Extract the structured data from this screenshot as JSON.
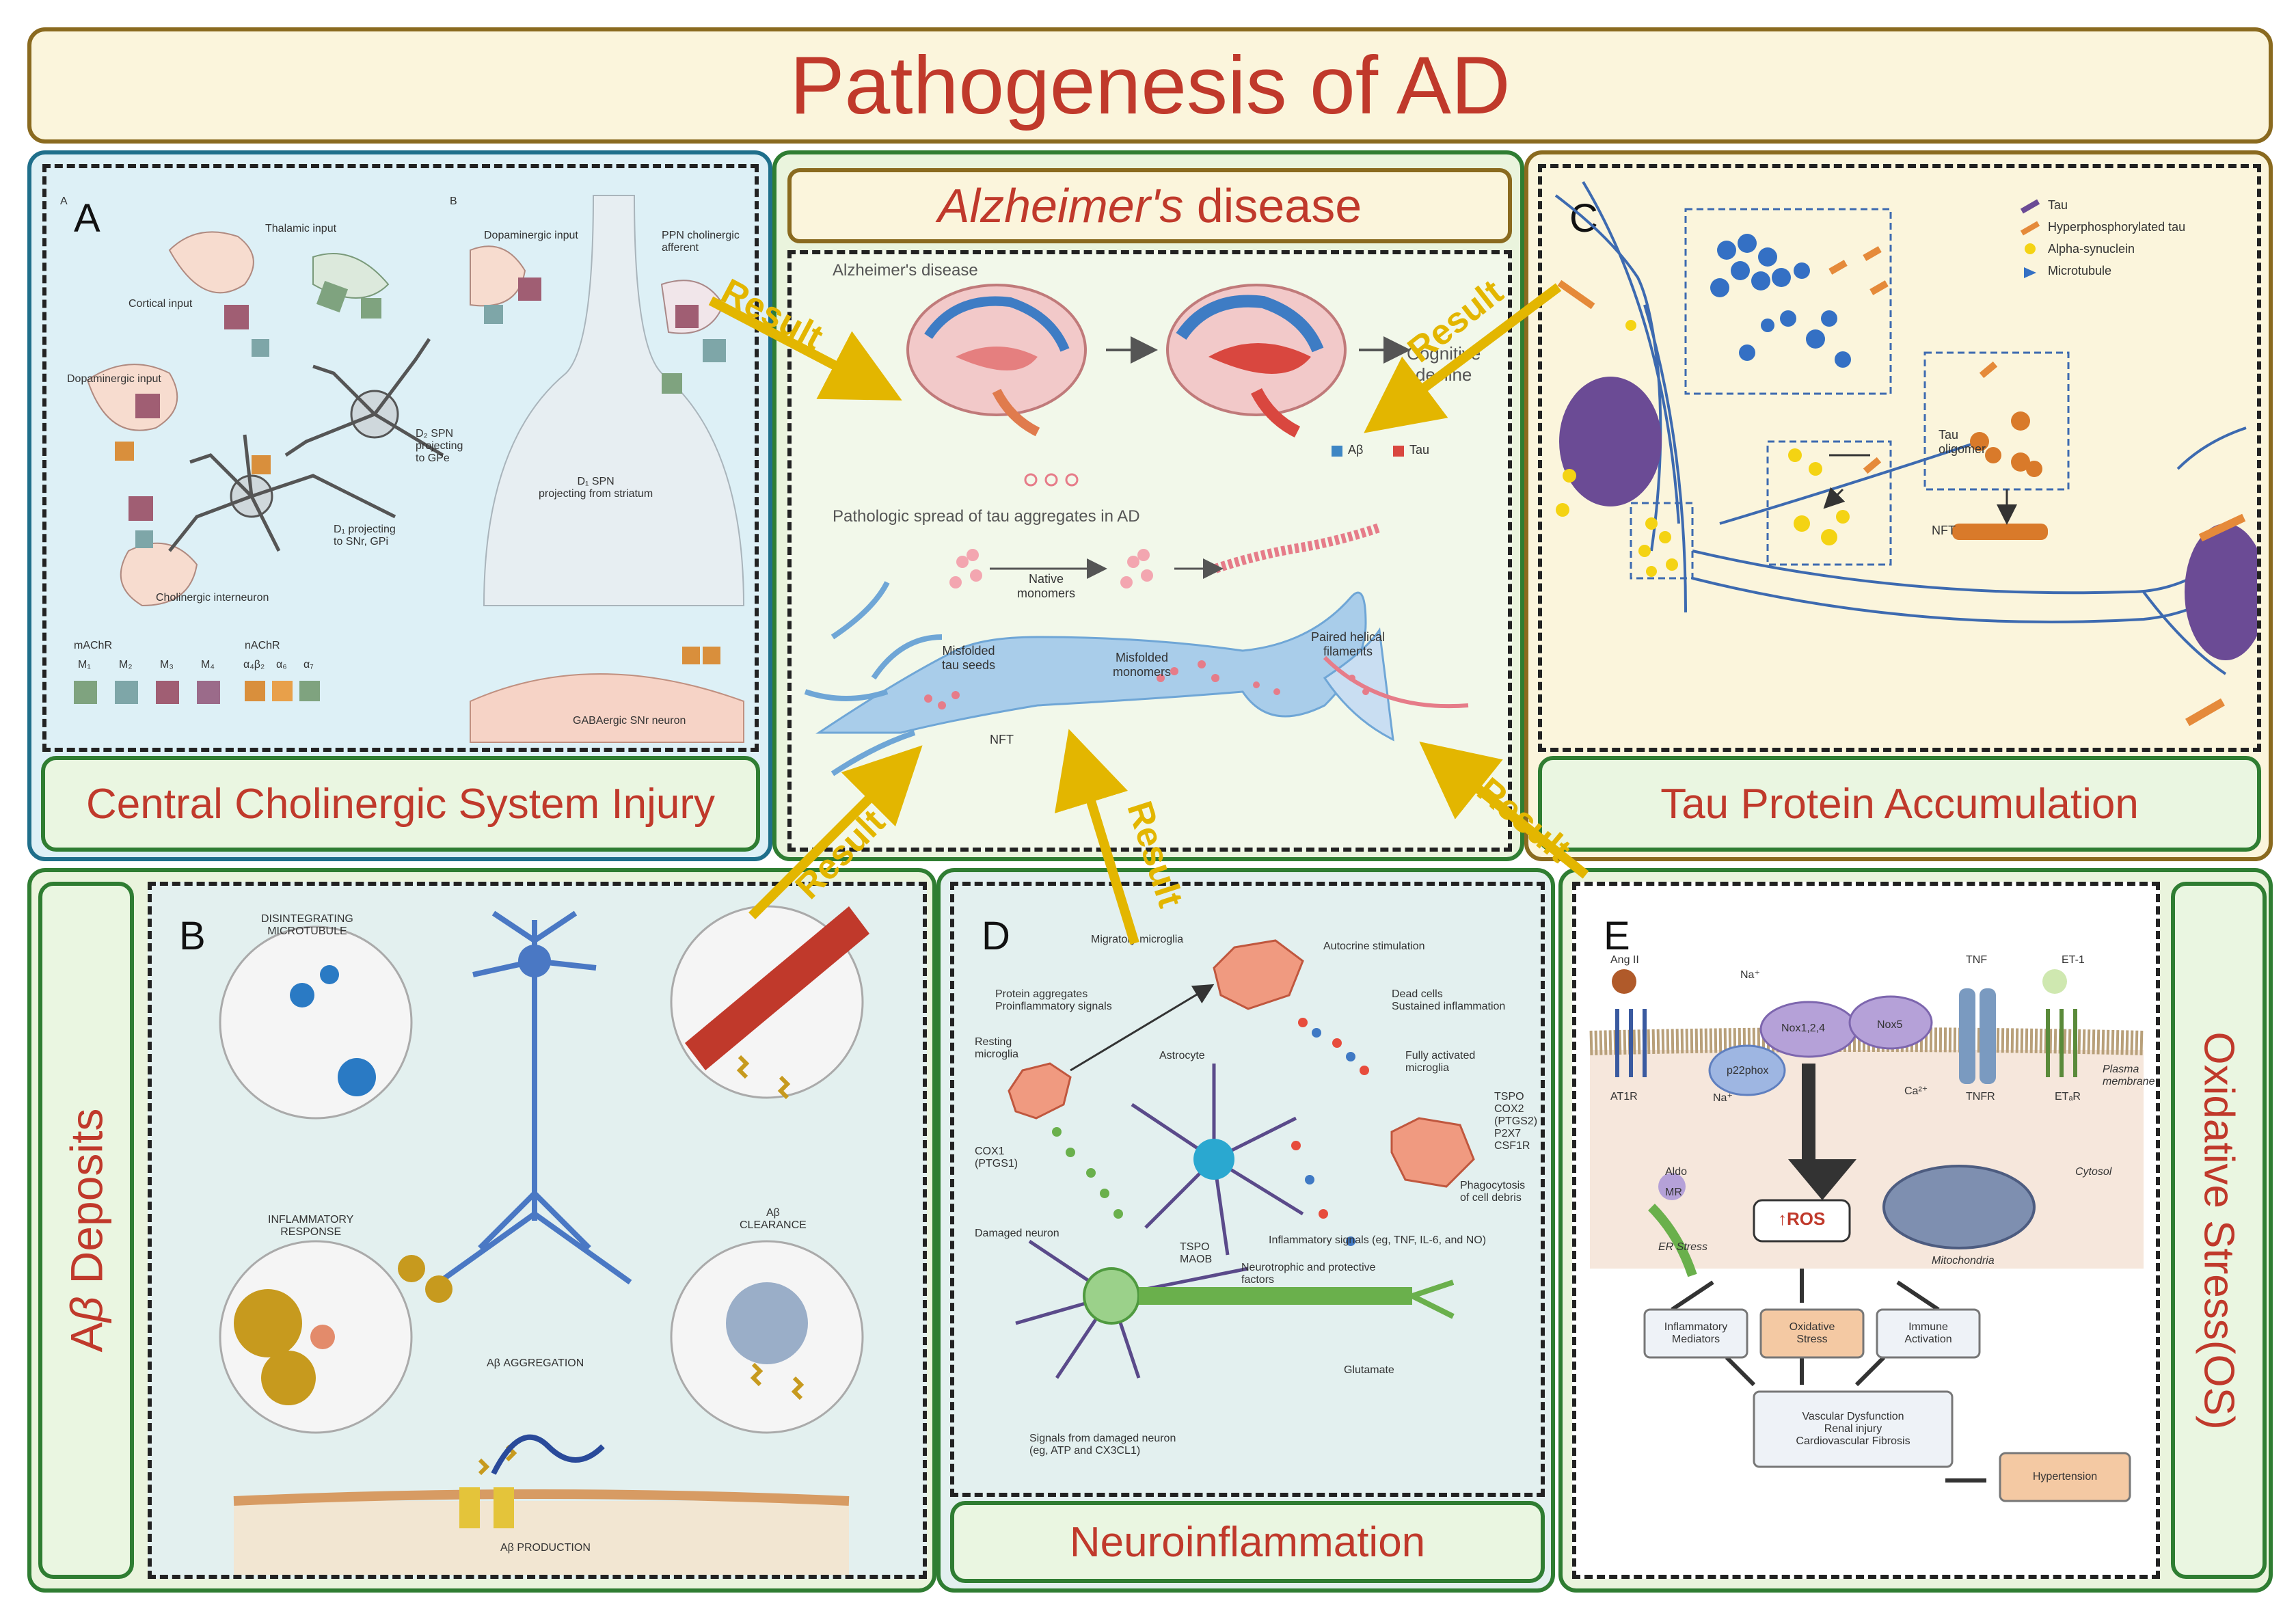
{
  "title": "Pathogenesis of AD",
  "center": {
    "header_italic": "Alzheimer's",
    "header_rest": " disease",
    "figure_title": "Alzheimer's disease",
    "cognitive": "Cognitive\ndecline",
    "legend_ab": "Aβ",
    "legend_tau": "Tau",
    "spread_title": "Pathologic spread of tau aggregates in AD",
    "native_monomers": "Native\nmonomers",
    "misfolded_seeds": "Misfolded\ntau seeds",
    "misfolded_monomers": "Misfolded\nmonomers",
    "paired_filaments": "Paired helical\nfilaments",
    "nft": "NFT"
  },
  "panel_a": {
    "letter": "A",
    "title": "Central Cholinergic System Injury",
    "sub_a": "A",
    "sub_b": "B",
    "thalamic": "Thalamic input",
    "cortical": "Cortical input",
    "dopaminergic": "Dopaminergic input",
    "dopaminergic_b": "Dopaminergic input",
    "ppn": "PPN cholinergic afferent",
    "d2": "D₂ SPN\nprojecting\nto GPe",
    "d1": "D₁ projecting\nto SNr, GPi",
    "cholinergic": "Cholinergic interneuron",
    "d1_spn": "D₁ SPN\nprojecting from striatum",
    "gaba": "GABAergic SNr neuron",
    "machr": "mAChR",
    "nachr": "nAChR",
    "m1": "M₁",
    "m2": "M₂",
    "m3": "M₃",
    "m4": "M₄",
    "a4b2": "α₄β₂",
    "a6": "α₆",
    "a7": "α₇"
  },
  "panel_b": {
    "letter": "B",
    "title_prefix": "A",
    "title_beta": "β",
    "title_rest": " Deposits",
    "disintegrating": "DISINTEGRATING\nMICROTUBULE",
    "inflammatory": "INFLAMMATORY\nRESPONSE",
    "clearance": "Aβ\nCLEARANCE",
    "aggregation": "Aβ AGGREGATION",
    "production": "Aβ PRODUCTION"
  },
  "panel_c": {
    "letter": "C",
    "title": "Tau Protein Accumulation",
    "legend_tau": "Tau",
    "legend_hyper": "Hyperphosphorylated tau",
    "legend_alpha": "Alpha-synuclein",
    "legend_micro": "Microtubule",
    "tau_oligomer": "Tau\noligomer",
    "nft": "NFT"
  },
  "panel_d": {
    "letter": "D",
    "title": "Neuroinflammation",
    "migratory": "Migratory microglia",
    "autocrine": "Autocrine stimulation",
    "protein_agg": "Protein aggregates\nProinflammatory signals",
    "dead_cells": "Dead cells\nSustained inflammation",
    "resting": "Resting\nmicroglia",
    "astrocyte": "Astrocyte",
    "fully": "Fully activated\nmicroglia",
    "markers": "TSPO\nCOX2\n(PTGS2)\nP2X7\nCSF1R",
    "cox1": "COX1\n(PTGS1)",
    "phago": "Phagocytosis\nof cell debris",
    "damaged": "Damaged neuron",
    "inflam_signals": "Inflammatory signals (eg, TNF, IL-6, and NO)",
    "tspo_maob": "TSPO\nMAOB",
    "neurotrophic": "Neurotrophic and protective\nfactors",
    "glutamate": "Glutamate",
    "signals_damaged": "Signals from damaged neuron\n(eg, ATP and CX3CL1)"
  },
  "panel_e": {
    "letter": "E",
    "title": "Oxidative Stress(OS)",
    "ang": "Ang II",
    "na_top": "Na⁺",
    "tnf": "TNF",
    "et1": "ET-1",
    "nox124": "Nox1,2,4",
    "nox5": "Nox5",
    "p22": "p22phox",
    "na_bottom": "Na⁺",
    "ca": "Ca²⁺",
    "at1r": "AT1R",
    "tnfr": "TNFR",
    "etar": "ETₐR",
    "plasma": "Plasma\nmembrane",
    "aldo": "Aldo",
    "mr": "MR",
    "cytosol": "Cytosol",
    "ros": "↑ROS",
    "er": "ER Stress",
    "mito": "Mitochondria",
    "inflam": "Inflammatory\nMediators",
    "oxid": "Oxidative\nStress",
    "immune": "Immune\nActivation",
    "vascular": "Vascular Dysfunction\nRenal injury\nCardiovascular Fibrosis",
    "hyper": "Hypertension"
  },
  "result_label": "Result",
  "colors": {
    "title_red": "#c0392b",
    "arrow_yellow": "#e3b600",
    "frame_blue": "#1f6f8b",
    "frame_green": "#2f7d32",
    "frame_tan": "#8a6a1f"
  }
}
